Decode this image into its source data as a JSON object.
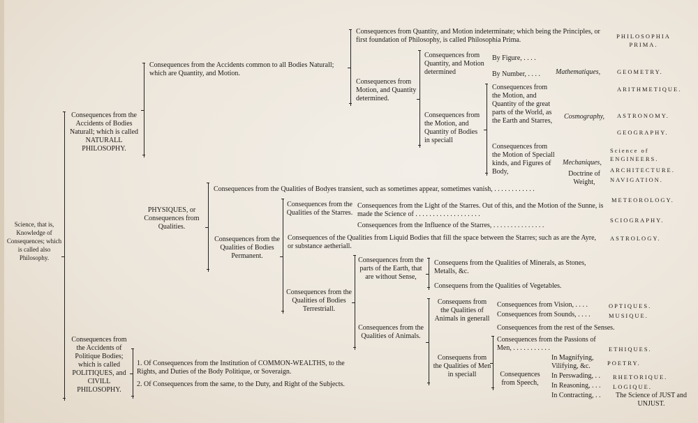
{
  "root": "Science, that is, Knowledge of Consequences; which is called also Philosophy.",
  "natural": "Consequences from the Accidents of Bodies Naturall; which is called NATURALL PHILOSOPHY.",
  "politique": "Consequences from the Accidents of Politique Bodies; which is called POLITIQUES, and CIVILL PHILOSOPHY.",
  "pol_items": [
    "1. Of Consequences from the Institution of COMMON-WEALTHS, to the Rights, and Duties of the Body Politique, or Soveraign.",
    "2. Of Consequences from the same, to the Duty, and Right of the Subjects."
  ],
  "common": "Consequences from the Accidents common to all Bodies Naturall; which are Quantity, and Motion.",
  "indeterminate": "Consequences from Quantity, and Motion indeterminate; which being the Principles, or first foundation of Philosophy, is called Philosophia Prima.",
  "philosophia_prima": "PHILOSOPHIA PRIMA.",
  "determined": "Consequences from Motion, and Quantity determined.",
  "motion_determined": "Consequences from Quantity, and Motion determined",
  "by_figure": "By Figure, . . . .",
  "by_number": "By Number, . . . .",
  "mathematiques": "Mathematiques,",
  "geometry": "GEOMETRY.",
  "arithmetique": "ARITHMETIQUE.",
  "special_bodies": "Consequences from the Motion, and Quantity of Bodies in speciall",
  "great_parts": "Consequences from the Motion, and Quantity of the great parts of the World, as the Earth and Starres,",
  "cosmography": "Cosmography,",
  "astronomy": "ASTRONOMY.",
  "geography": "GEOGRAPHY.",
  "special_kinds": "Consequences from the Motion of Speciall kinds, and Figures of Body,",
  "mechaniques": "Mechaniques,",
  "doctrine_weight": "Doctrine of Weight,",
  "engineers": "Science of ENGINEERS.",
  "architecture": "ARCHITECTURE.",
  "navigation": "NAVIGATION.",
  "physiques": "PHYSIQUES, or Consequences from Qualities.",
  "transient": "Consequences from the Qualities of Bodyes transient, such as sometimes appear, sometimes vanish, . . . . . . . . . . . .",
  "meteorology": "METEOROLOGY.",
  "permanent": "Consequences from the Qualities of Bodies Permanent.",
  "starres": "Consequences from the Qualities of the Starres.",
  "light": "Consequences from the Light of the Starres. Out of this, and the Motion of the Sunne, is made the Science of . . . . . . . . . . . . . . . . . . .",
  "sciography": "SCIOGRAPHY.",
  "influence": "Consequences from the Influence of the Starres, . . . . . . . . . . . . . . .",
  "astrology": "ASTROLOGY.",
  "ayre": "Consequences of the Qualities from Liquid Bodies that fill the space between the Starres; such as are the Ayre, or substance aetheriall.",
  "terrestriall": "Consequences from the Qualities of Bodies Terrestriall.",
  "earth_parts": "Consequences from the parts of the Earth, that are without Sense,",
  "minerals": "Consequens from the Qualities of Minerals, as Stones, Metalls, &c.",
  "vegetables": "Consequens from the Qualities of Vegetables.",
  "animals": "Consequences from the Qualities of Animals.",
  "animals_generall": "Consequens from the Qualities of Animals in generall",
  "vision": "Consequences from Vision, . . . .",
  "optiques": "OPTIQUES.",
  "sounds": "Consequences from Sounds, . . . .",
  "musique": "MUSIQUE.",
  "rest_senses": "Consequences from the rest of the Senses.",
  "men_speciall": "Consequens from the Qualities of Men in speciall",
  "passions": "Consequences from the Passions of Men, . . . . . . . . . . .",
  "ethiques": "ETHIQUES.",
  "speech": "Consequences from Speech,",
  "magnifying": "In Magnifying, Vilifying, &c.",
  "poetry": "POETRY.",
  "perswading": "In Perswading, . .",
  "rhetorique": "RHETORIQUE.",
  "reasoning": "In Reasoning, . . .",
  "logique": "LOGIQUE.",
  "contracting": "In Contracting, . .",
  "just": "The Science of JUST and UNJUST."
}
